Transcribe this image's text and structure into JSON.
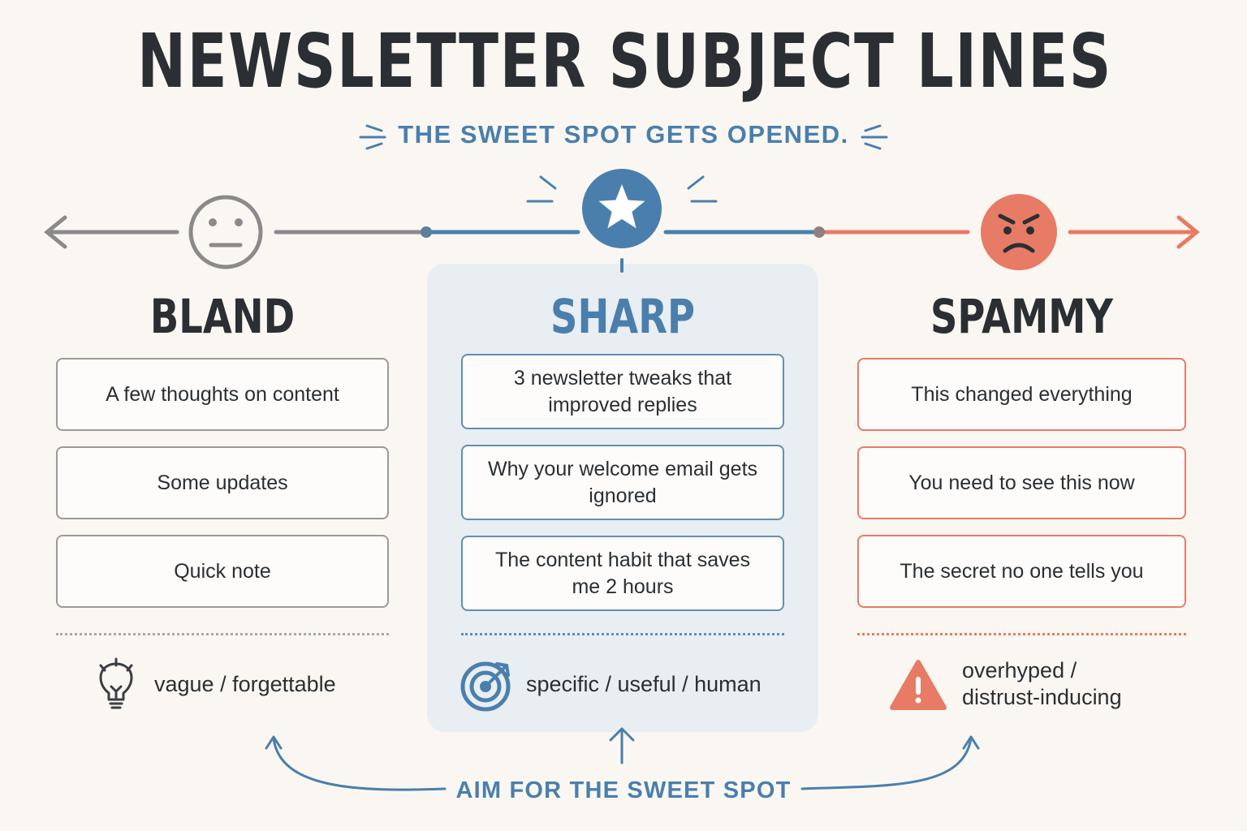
{
  "header": {
    "title": "NEWSLETTER SUBJECT LINES",
    "subtitle": "THE SWEET SPOT GETS OPENED."
  },
  "columns": {
    "bland": {
      "title": "BLAND",
      "face_icon": "neutral-face-icon",
      "examples": [
        "A few thoughts on content",
        "Some updates",
        "Quick note"
      ],
      "verdict_icon": "lightbulb-icon",
      "verdict": "vague / forgettable"
    },
    "sharp": {
      "title": "SHARP",
      "face_icon": "star-icon",
      "examples": [
        "3 newsletter tweaks that improved replies",
        "Why your welcome email gets ignored",
        "The content habit that saves me 2 hours"
      ],
      "verdict_icon": "target-icon",
      "verdict": "specific / useful / human"
    },
    "spammy": {
      "title": "SPAMMY",
      "face_icon": "angry-face-icon",
      "examples": [
        "This changed everything",
        "You need to see this now",
        "The secret no one tells you"
      ],
      "verdict_icon": "warning-icon",
      "verdict_line1": "overhyped /",
      "verdict_line2": "distrust-inducing"
    }
  },
  "footer": {
    "label": "AIM FOR THE SWEET SPOT"
  },
  "colors": {
    "gray": "#8a8a8a",
    "blue": "#4a7fad",
    "red": "#e77b66",
    "text": "#2b2f33",
    "panel": "#e9eef2"
  }
}
